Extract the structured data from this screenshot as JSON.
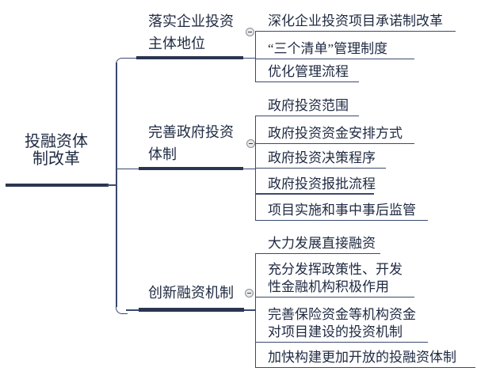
{
  "diagram": {
    "type": "mindmap-tree",
    "root": {
      "label": "投融资体\n制改革"
    },
    "branches": [
      {
        "label": "落实企业投资\n主体地位",
        "children": [
          "深化企业投资项目承诺制改革",
          "“三个清单”管理制度",
          "优化管理流程"
        ]
      },
      {
        "label": "完善政府投资\n体制",
        "children": [
          "政府投资范围",
          "政府投资资金安排方式",
          "政府投资决策程序",
          "政府投资报批流程",
          "项目实施和事中事后监管"
        ]
      },
      {
        "label": "创新融资机制",
        "children": [
          "大力发展直接融资",
          "充分发挥政策性、开发\n性金融机构积极作用",
          "完善保险资金等机构资金\n对项目建设的投资机制",
          "加快构建更加开放的投融资体制"
        ]
      }
    ],
    "collapse_icon": "minus-icon",
    "colors": {
      "background": "#ffffff",
      "text": "#1f2a42",
      "line": "#3a4a6e",
      "topic_underline": "#2a3550",
      "collapse_fill": "#e9e9e9",
      "collapse_border": "#8a8f99"
    }
  }
}
